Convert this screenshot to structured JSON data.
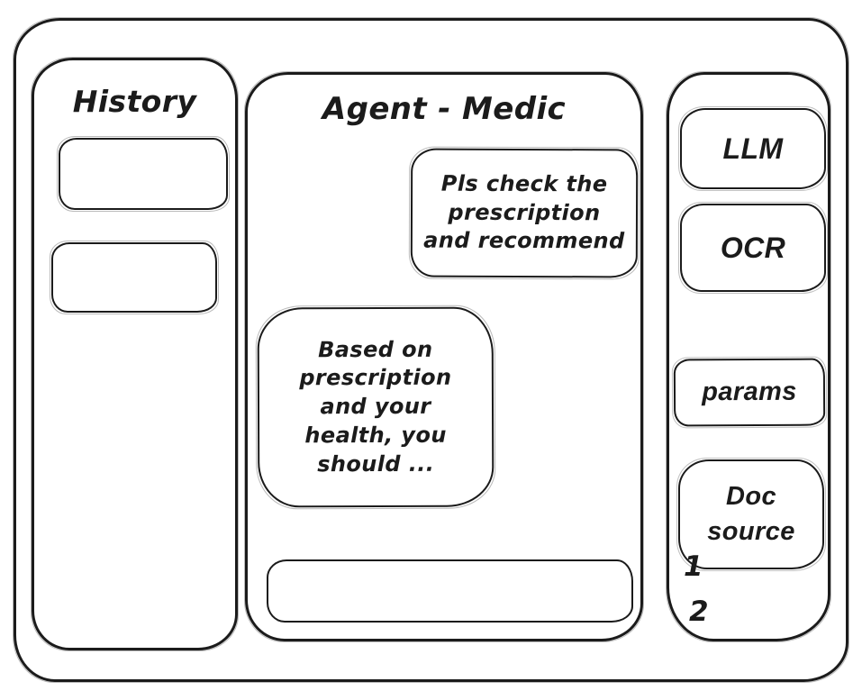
{
  "history_panel": {
    "title": "History",
    "items": [
      "",
      ""
    ]
  },
  "chat": {
    "title": "Agent - Medic",
    "messages": [
      {
        "role": "user",
        "text": "Pls check the\nprescription\nand recommend"
      },
      {
        "role": "assistant",
        "text": "Based on\nprescription\nand your\nhealth, you\nshould ..."
      }
    ],
    "input": {
      "value": ""
    }
  },
  "tools_panel": {
    "tools": [
      {
        "label": "LLM"
      },
      {
        "label": "OCR"
      },
      {
        "label": "params"
      },
      {
        "label": "Doc source"
      }
    ],
    "doc_list": [
      "1",
      "2"
    ]
  }
}
